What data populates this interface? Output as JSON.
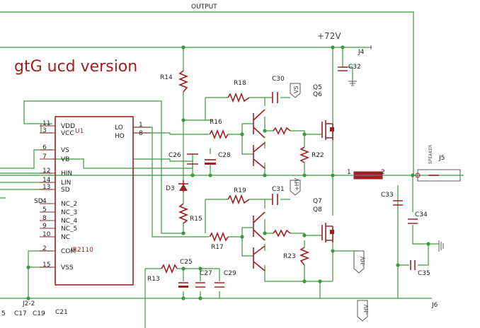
{
  "title": "gtG ucd version",
  "net_labels": {
    "output": "OUTPUT",
    "supply": "+72V",
    "vs": "VS",
    "plus_hv": "+HV",
    "minus_hv_1": "-HV",
    "minus_hv_2": "-HV",
    "speaker": "SPEAKER"
  },
  "ic": {
    "ref": "U1",
    "part": "IR2110",
    "left_pins": [
      {
        "num": "11",
        "name": "VDD"
      },
      {
        "num": "3",
        "name": "VCC"
      },
      {
        "num": "6",
        "name": "VS"
      },
      {
        "num": "7",
        "name": "VB"
      },
      {
        "num": "12",
        "name": "HIN"
      },
      {
        "num": "14",
        "name": "LIN"
      },
      {
        "num": "13",
        "name": "SD"
      },
      {
        "num": "4",
        "name": "NC_2"
      },
      {
        "num": "5",
        "name": "NC_3"
      },
      {
        "num": "8",
        "name": "NC_4"
      },
      {
        "num": "9",
        "name": "NC_5"
      },
      {
        "num": "10",
        "name": "NC"
      },
      {
        "num": "2",
        "name": "COM"
      },
      {
        "num": "15",
        "name": "VSS"
      }
    ],
    "right_pins": [
      {
        "num": "1",
        "name": "LO"
      },
      {
        "num": "8",
        "name": "HO"
      }
    ],
    "sd_label": "SD"
  },
  "components": {
    "r14": "R14",
    "r15": "R15",
    "r16": "R16",
    "r17": "R17",
    "r18": "R18",
    "r19": "R19",
    "r22": "R22",
    "r23": "R23",
    "r13": "R13",
    "c25": "C25",
    "c26": "C26",
    "c27": "C27",
    "c28": "C28",
    "c29": "C29",
    "c30": "C30",
    "c31": "C31",
    "c32": "C32",
    "c33": "C33",
    "c34": "C34",
    "c35": "C35",
    "d3": "D3",
    "q5": "Q5",
    "q6": "Q6",
    "q7": "Q7",
    "q8": "Q8",
    "j4": "J4",
    "j5": "J5",
    "j6": "J6",
    "l1_pin1": "1",
    "l1_pin2": "2",
    "j2": "J2-2",
    "c17": "C17",
    "c19": "C19",
    "c21": "C21",
    "c15": "5"
  },
  "colors": {
    "wire": "#3a9a3a",
    "component": "#a02020",
    "text": "#222222"
  }
}
